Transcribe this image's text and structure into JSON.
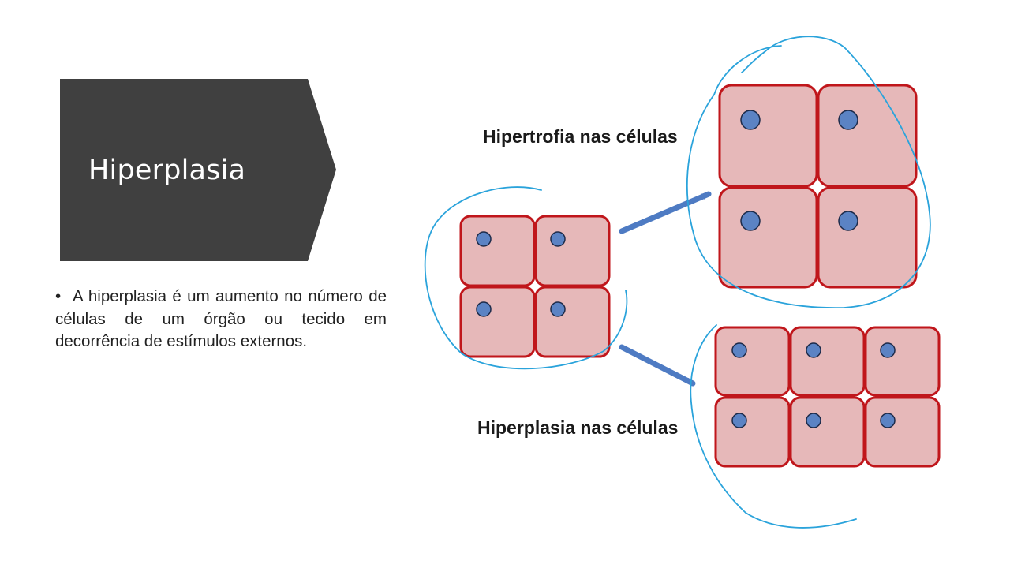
{
  "slide": {
    "title": "Hiperplasia",
    "bullets": [
      {
        "text": "A hiperplasia é um aumento no número de células de um órgão ou tecido em decorrência de estímulos externos."
      }
    ]
  },
  "diagram": {
    "label_hypertrophy": "Hipertrofia nas células",
    "label_hyperplasia": "Hiperplasia nas células",
    "colors": {
      "cell_fill": "#e6b8b9",
      "cell_border": "#c0161b",
      "nucleus_fill": "#5b83c4",
      "arrow": "#4e7bc3",
      "annotation": "#2aa3db"
    }
  }
}
